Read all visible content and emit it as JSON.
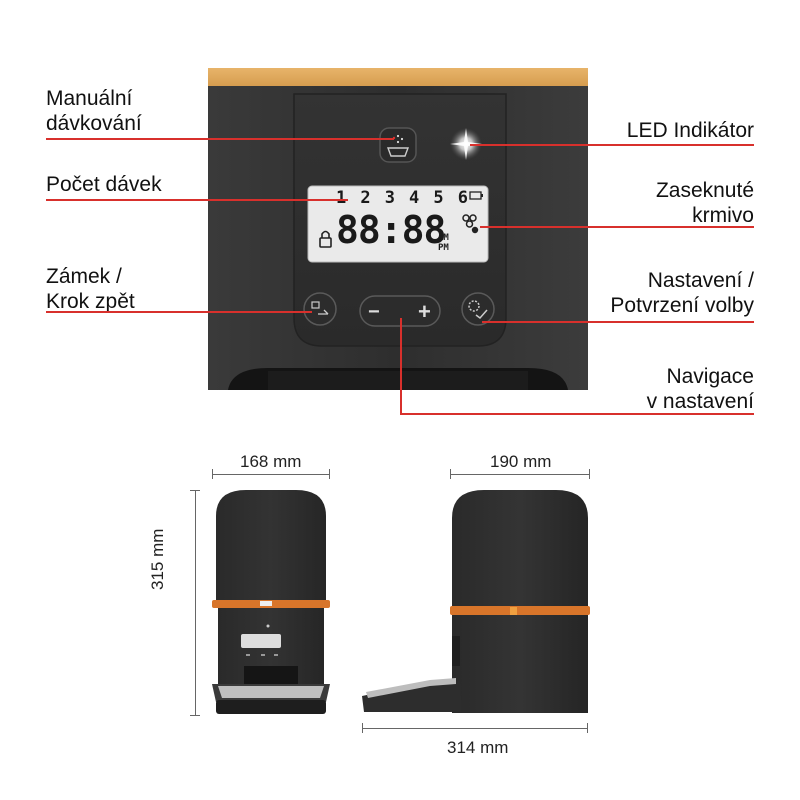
{
  "callouts": {
    "manual_dispense": [
      "Manuální",
      "dávkování"
    ],
    "portion_count": "Počet dávek",
    "lock_back": [
      "Zámek /",
      "Krok zpět"
    ],
    "led_indicator": "LED Indikátor",
    "jammed_feed": [
      "Zaseknuté",
      "krmivo"
    ],
    "settings_confirm": [
      "Nastavení /",
      "Potvrzení volby"
    ],
    "navigation": [
      "Navigace",
      "v nastavení"
    ]
  },
  "display": {
    "portion_numbers": [
      "1",
      "2",
      "3",
      "4",
      "5",
      "6"
    ],
    "time": "88:88",
    "am": "AM",
    "pm": "PM"
  },
  "nav_buttons": {
    "minus": "−",
    "plus": "+"
  },
  "dimensions": {
    "front_width": "168 mm",
    "side_width": "190 mm",
    "height": "315 mm",
    "depth": "314 mm"
  },
  "colors": {
    "accent": "#d8302c",
    "orange_band": "#e88a2e",
    "body": "#2b2b2b"
  }
}
